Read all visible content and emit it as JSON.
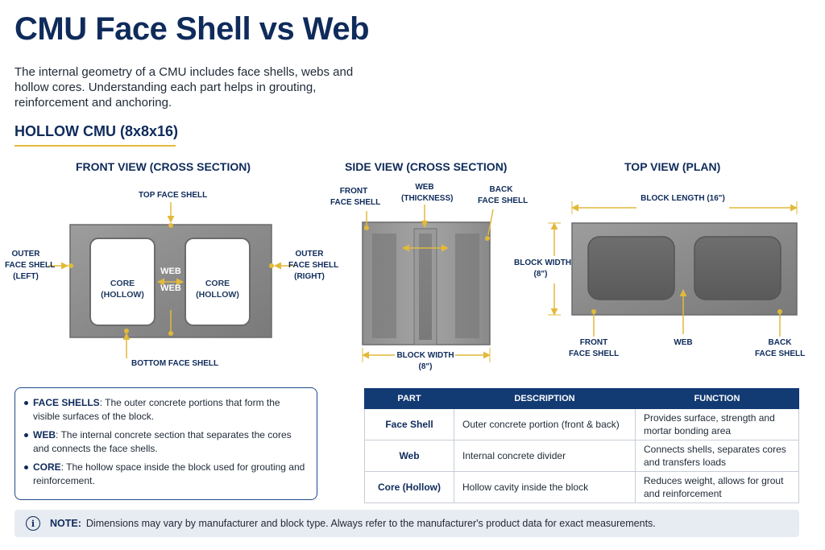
{
  "title": "CMU Face Shell vs Web",
  "intro": "The internal geometry of a CMU includes face shells, webs and hollow cores. Understanding each part helps in grouting, reinforcement and anchoring.",
  "section_title": "HOLLOW CMU (8x8x16)",
  "colors": {
    "navy": "#0f2b5b",
    "accent": "#e2b93b",
    "table_header": "#123a73",
    "note_bg": "#e7ebf2"
  },
  "front_view": {
    "title": "FRONT VIEW (CROSS SECTION)",
    "top_face_shell": "TOP FACE SHELL",
    "outer_left": [
      "OUTER",
      "FACE SHELL",
      "(LEFT)"
    ],
    "outer_right": [
      "OUTER",
      "FACE SHELL",
      "(RIGHT)"
    ],
    "core_left": [
      "CORE",
      "(HOLLOW)"
    ],
    "core_right": [
      "CORE",
      "(HOLLOW)"
    ],
    "web_top": "WEB",
    "web_bottom": "WEB",
    "bottom_face_shell": "BOTTOM FACE SHELL"
  },
  "side_view": {
    "title": "SIDE VIEW (CROSS SECTION)",
    "front_face_shell": [
      "FRONT",
      "FACE SHELL"
    ],
    "web": [
      "WEB",
      "(THICKNESS)"
    ],
    "back_face_shell": [
      "BACK",
      "FACE SHELL"
    ],
    "block_width": [
      "BLOCK WIDTH",
      "(8\")"
    ]
  },
  "top_view": {
    "title": "TOP VIEW (PLAN)",
    "block_length": "BLOCK LENGTH (16\")",
    "block_width": [
      "BLOCK WIDTH",
      "(8\")"
    ],
    "front_face_shell": [
      "FRONT",
      "FACE SHELL"
    ],
    "web": "WEB",
    "back_face_shell": [
      "BACK",
      "FACE SHELL"
    ]
  },
  "definitions": [
    {
      "term": "FACE SHELLS",
      "text": ": The outer concrete portions that form the visible surfaces of the block."
    },
    {
      "term": "WEB",
      "text": ": The internal concrete section that separates the cores and connects the face shells."
    },
    {
      "term": "CORE",
      "text": ": The hollow space inside the block used for grouting and reinforcement."
    }
  ],
  "table": {
    "headers": [
      "PART",
      "DESCRIPTION",
      "FUNCTION"
    ],
    "rows": [
      [
        "Face Shell",
        "Outer concrete portion (front & back)",
        "Provides surface, strength and mortar bonding area"
      ],
      [
        "Web",
        "Internal concrete divider",
        "Connects shells, separates cores and transfers loads"
      ],
      [
        "Core (Hollow)",
        "Hollow cavity inside the block",
        "Reduces weight, allows for grout and reinforcement"
      ]
    ]
  },
  "note": {
    "icon": "info-icon",
    "label": "NOTE:",
    "text": "Dimensions may vary by manufacturer and block type. Always refer to the manufacturer's product data for exact measurements."
  }
}
